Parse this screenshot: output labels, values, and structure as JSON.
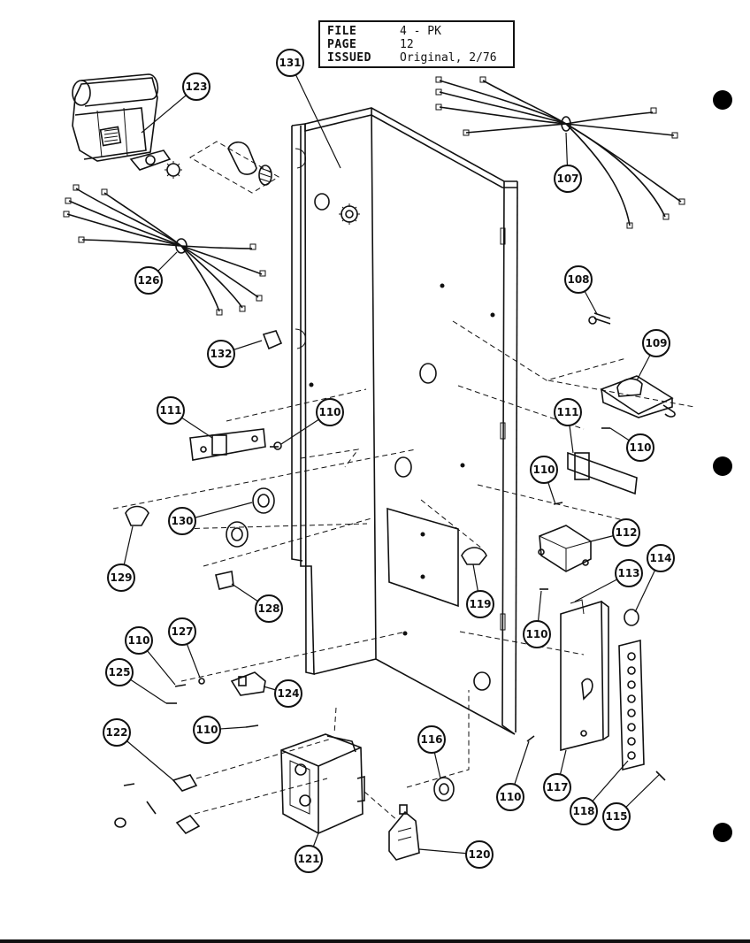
{
  "info": {
    "rows": [
      {
        "label": "FILE",
        "value": "4 - PK"
      },
      {
        "label": "PAGE",
        "value": "12"
      },
      {
        "label": "ISSUED",
        "value": "Original, 2/76"
      }
    ]
  },
  "callouts": [
    {
      "id": "c123",
      "label": "123"
    },
    {
      "id": "c131",
      "label": "131"
    },
    {
      "id": "c107",
      "label": "107"
    },
    {
      "id": "c126",
      "label": "126"
    },
    {
      "id": "c108a",
      "label": "108"
    },
    {
      "id": "c132",
      "label": "132"
    },
    {
      "id": "c109",
      "label": "109"
    },
    {
      "id": "c111a",
      "label": "111"
    },
    {
      "id": "c110a",
      "label": "110"
    },
    {
      "id": "c111b",
      "label": "111"
    },
    {
      "id": "c110b",
      "label": "110"
    },
    {
      "id": "c110c",
      "label": "110"
    },
    {
      "id": "c130",
      "label": "130"
    },
    {
      "id": "c129",
      "label": "129"
    },
    {
      "id": "c112",
      "label": "112"
    },
    {
      "id": "c128",
      "label": "128"
    },
    {
      "id": "c119",
      "label": "119"
    },
    {
      "id": "c113",
      "label": "113"
    },
    {
      "id": "c114",
      "label": "114"
    },
    {
      "id": "c110d",
      "label": "110"
    },
    {
      "id": "c110e",
      "label": "110"
    },
    {
      "id": "c127",
      "label": "127"
    },
    {
      "id": "c125",
      "label": "125"
    },
    {
      "id": "c124",
      "label": "124"
    },
    {
      "id": "c110f",
      "label": "110"
    },
    {
      "id": "c122",
      "label": "122"
    },
    {
      "id": "c116",
      "label": "116"
    },
    {
      "id": "c110g",
      "label": "110"
    },
    {
      "id": "c117",
      "label": "117"
    },
    {
      "id": "c118",
      "label": "118"
    },
    {
      "id": "c115",
      "label": "115"
    },
    {
      "id": "c121",
      "label": "121"
    },
    {
      "id": "c120",
      "label": "120"
    }
  ]
}
